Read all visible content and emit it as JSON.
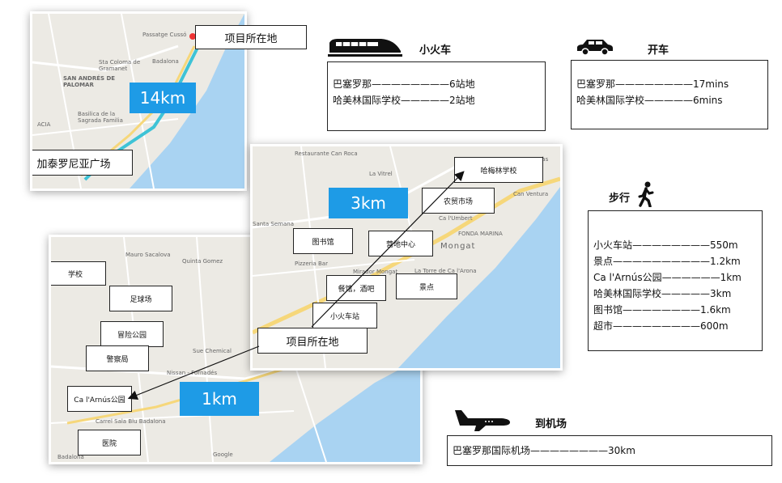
{
  "map1": {
    "place_labels": [
      "Passatge Cussó",
      "Sta Coloma de Gramanet",
      "Badalona",
      "SAN ANDRÉS DE PALOMAR",
      "Basilica de la Sagrada Familia",
      "ACIA"
    ],
    "project_label": "项目所在地",
    "start_label": "加泰罗尼亚广场",
    "distance": "14km"
  },
  "map2": {
    "place_labels": [
      "Restaurante Can Roca",
      "Can Cuyàs",
      "La Vitrel",
      "Santa Semana",
      "Pizzeria Bar",
      "Mirador Mongat",
      "La Torre de Ca l'Arona",
      "FONDA MARINA",
      "Can Ventura",
      "Mongat",
      "Ca l'Umbert"
    ],
    "labels": {
      "school": "哈梅林学校",
      "market": "农贸市场",
      "library": "图书馆",
      "camp": "营地中心",
      "dining": "餐馆，酒吧",
      "scenic": "景点",
      "station": "小火车站",
      "project": "项目所在地"
    },
    "distance": "3km"
  },
  "map3": {
    "place_labels": [
      "Mauro Sacalova",
      "Quinta Gomez",
      "Nissan - Fornadés",
      "Carrel Sala Blu Badalona",
      "Sue Chemical",
      "Badalona",
      "Google"
    ],
    "labels": {
      "school": "学校",
      "football": "足球场",
      "adventure_park": "冒险公园",
      "police": "警察局",
      "park": "Ca l'Arnús公园",
      "hospital": "医院"
    },
    "distance": "1km"
  },
  "train": {
    "title": "小火车",
    "rows": [
      "巴塞罗那————————6站地",
      "哈美林国际学校—————2站地"
    ]
  },
  "car": {
    "title": "开车",
    "rows": [
      "巴塞罗那————————17mins",
      "哈美林国际学校—————6mins"
    ]
  },
  "walk": {
    "title": "步行",
    "rows": [
      "小火车站————————550m",
      "景点——————————1.2km",
      "Ca l'Arnús公园——————1km",
      "哈美林国际学校—————3km",
      "图书馆————————1.6km",
      "超市—————————600m"
    ]
  },
  "airport": {
    "title": "到机场",
    "rows": [
      "巴塞罗那国际机场————————30km"
    ]
  },
  "colors": {
    "distance_bg": "#1e9be6",
    "sea": "#a9d3f2",
    "route": "#3ec3d6",
    "road": "#f6d77a"
  }
}
